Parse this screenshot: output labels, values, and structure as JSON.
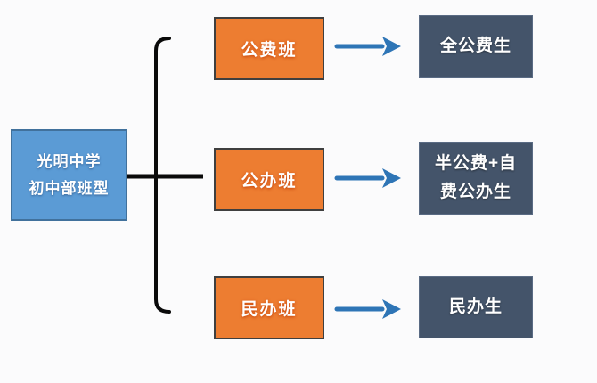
{
  "colors": {
    "background": "#FBFBFC",
    "blue": "#5B9BD5",
    "blue-border": "#41719C",
    "orange": "#ED7D31",
    "orange-border": "#3F3F3F",
    "dark": "#44546A",
    "dark-border": "#5A6B84",
    "arrow": "#2E75B6",
    "line": "#0A0A0A"
  },
  "diagram": {
    "root": {
      "line1": "光明中学",
      "line2": "初中部班型"
    },
    "branches": [
      {
        "class_label": "公费班",
        "result_line1": "全公费生"
      },
      {
        "class_label": "公办班",
        "result_line1": "半公费+自",
        "result_line2": "费公办生"
      },
      {
        "class_label": "民办班",
        "result_line1": "民办生"
      }
    ]
  }
}
